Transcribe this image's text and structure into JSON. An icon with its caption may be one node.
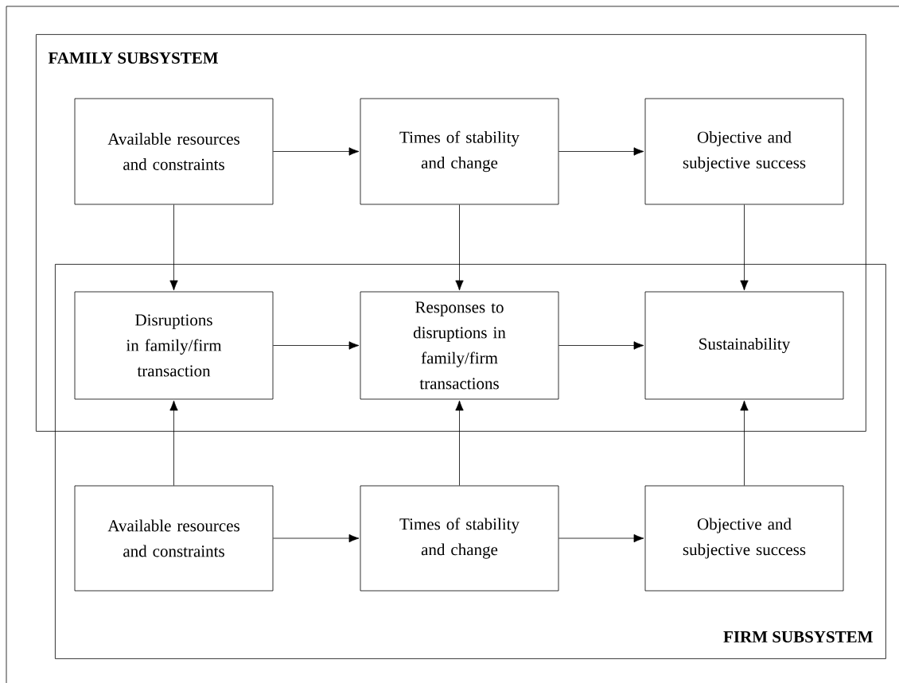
{
  "diagram": {
    "nodes": [
      {
        "text": [
          "FAMILY SUBSYSTEM"
        ]
      },
      {
        "text": [
          "Available resources and constraints"
        ],
        "in": 0
      },
      {
        "text": [
          "Times of stability and change"
        ],
        "in": 0
      },
      {
        "text": [
          "Objective and subjective success"
        ],
        "in": 0
      },
      {
        "text": [
          "FIRM SUBSYSTEM"
        ]
      },
      {
        "text": [
          "Disruptions in family/firm transaction"
        ]
      },
      {
        "text": [
          "Responses to disruptions in family/firm transactions"
        ]
      },
      {
        "text": [
          "Sustainability"
        ]
      },
      {
        "text": [
          "Available resources and constraints"
        ],
        "in": 4
      },
      {
        "text": [
          "Times of stability and change"
        ],
        "in": 4
      },
      {
        "text": [
          "Objective and subjective success"
        ],
        "in": 4
      }
    ],
    "edges": [
      {
        "from": 1,
        "to": 2,
        "arrow": "to"
      },
      {
        "from": 2,
        "to": 3,
        "arrow": "to"
      },
      {
        "from": 1,
        "to": 5,
        "arrow": "to"
      },
      {
        "from": 2,
        "to": 6,
        "arrow": "to"
      },
      {
        "from": 3,
        "to": 7,
        "arrow": "to"
      },
      {
        "from": 5,
        "to": 6,
        "arrow": "to"
      },
      {
        "from": 6,
        "to": 7,
        "arrow": "to"
      },
      {
        "from": 8,
        "to": 5,
        "arrow": "to"
      },
      {
        "from": 9,
        "to": 6,
        "arrow": "to"
      },
      {
        "from": 10,
        "to": 7,
        "arrow": "to"
      },
      {
        "from": 8,
        "to": 9,
        "arrow": "to"
      },
      {
        "from": 9,
        "to": 10,
        "arrow": "to"
      }
    ]
  }
}
